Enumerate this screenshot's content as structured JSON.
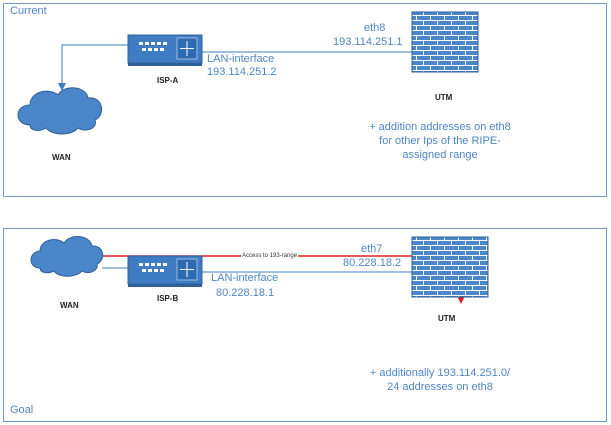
{
  "current": {
    "title": "Current",
    "router_label": "ISP-A",
    "cloud_label": "WAN",
    "firewall_label": "UTM",
    "lan_label": "LAN-interface",
    "lan_ip": "193.114.251.2",
    "eth_label": "eth8",
    "eth_ip": "193.114.251.1",
    "note": [
      "+ addition addresses on eth8",
      "for other Ips of the RIPE-",
      "assigned range"
    ]
  },
  "goal": {
    "title": "Goal",
    "router_label": "ISP-B",
    "cloud_label": "WAN",
    "firewall_label": "UTM",
    "lan_label": "LAN-interface",
    "lan_ip": "80.228.18.1",
    "eth_label": "eth7",
    "eth_ip": "80.228.18.2",
    "access_label": "Access to 193-range",
    "note": [
      "+ additionally 193.114.251.0/",
      "24 addresses on eth8"
    ]
  },
  "colors": {
    "frame": "#6f98c4",
    "text_blue": "#4f86c3",
    "device_blue": "#3f7cc4",
    "access_line": "#e02020"
  }
}
